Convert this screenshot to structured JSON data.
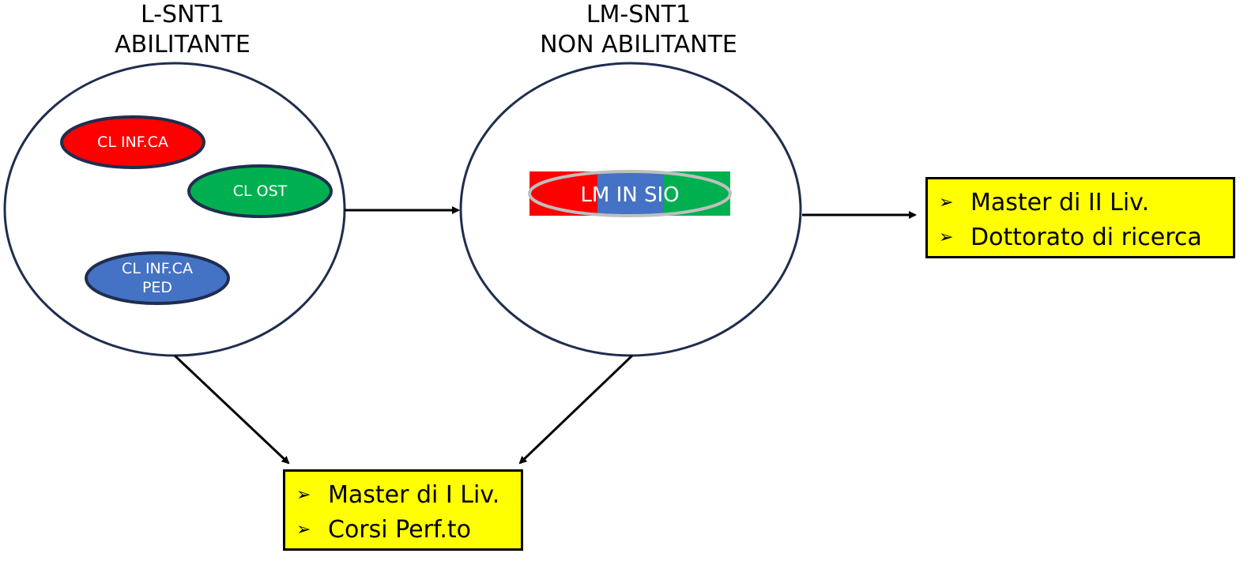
{
  "titles": {
    "left": {
      "line1": "L-SNT1",
      "line2": "ABILITANTE"
    },
    "middle": {
      "line1": "LM-SNT1",
      "line2": "NON ABILITANTE"
    }
  },
  "left_group": {
    "pills": [
      {
        "line1": "CL INF.CA",
        "line2": "",
        "color": "#ff0000"
      },
      {
        "line1": "CL OST",
        "line2": "",
        "color": "#00b050"
      },
      {
        "line1": "CL INF.CA",
        "line2": "PED",
        "color": "#4472c4"
      }
    ]
  },
  "middle_group": {
    "label": "LM IN SIO",
    "band_colors": [
      "#ff0000",
      "#4472c4",
      "#00b050"
    ]
  },
  "boxes": {
    "right": {
      "items": [
        "Master di II Liv.",
        "Dottorato di ricerca"
      ]
    },
    "bottom": {
      "items": [
        "Master di I Liv.",
        "Corsi Perf.to"
      ]
    }
  },
  "colors": {
    "ellipse_stroke": "#1f2d4f",
    "box_fill": "#ffff00",
    "arrow": "#000000",
    "lm_ring": "#bfbfbf"
  },
  "bullet_glyph": "➢"
}
